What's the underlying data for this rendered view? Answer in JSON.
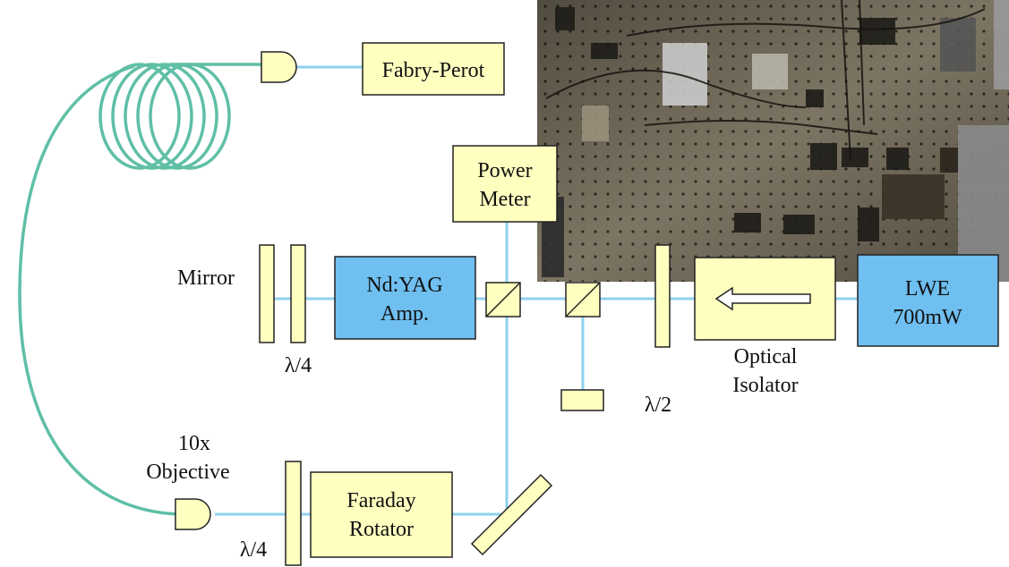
{
  "labels": {
    "fabry_perot": "Fabry-Perot",
    "power_meter_1": "Power",
    "power_meter_2": "Meter",
    "mirror": "Mirror",
    "qwp_top": "λ/4",
    "ndyag_1": "Nd:YAG",
    "ndyag_2": "Amp.",
    "lwe_1": "LWE",
    "lwe_2": "700mW",
    "optical_isolator_1": "Optical",
    "optical_isolator_2": "Isolator",
    "hwp": "λ/2",
    "objective_1": "10x",
    "objective_2": "Objective",
    "faraday_1": "Faraday",
    "faraday_2": "Rotator",
    "qwp_bottom": "λ/4"
  },
  "colors": {
    "component_yellow": "#ffffc0",
    "component_blue": "#6fbff0",
    "beam": "#8fd0ee",
    "fiber": "#5fbfa6",
    "outline": "#222222"
  }
}
